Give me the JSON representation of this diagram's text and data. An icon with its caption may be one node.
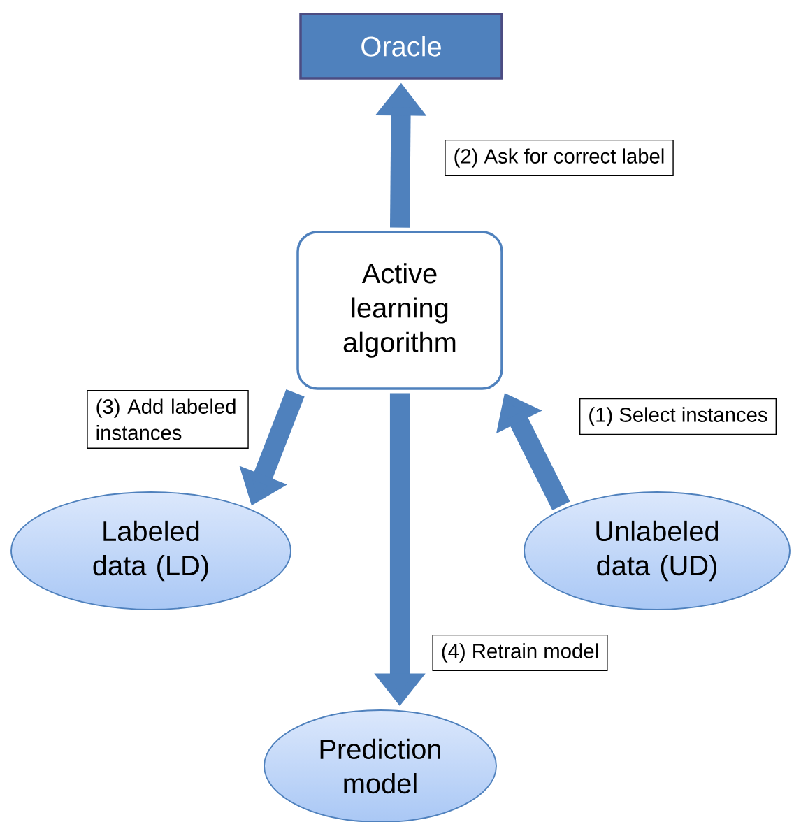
{
  "diagram": {
    "nodes": [
      {
        "text": [
          "Oracle"
        ]
      },
      {
        "text": [
          "Active learning algorithm"
        ]
      },
      {
        "text": [
          "Labeled data (LD)"
        ]
      },
      {
        "text": [
          "Unlabeled data (UD)"
        ]
      },
      {
        "text": [
          "Prediction model"
        ]
      }
    ],
    "edges": [
      {
        "from": 3,
        "to": 1,
        "arrow": "to",
        "label": "(1) Select instances"
      },
      {
        "from": 1,
        "to": 0,
        "arrow": "to",
        "label": "(2) Ask for correct label"
      },
      {
        "from": 1,
        "to": 2,
        "arrow": "to",
        "label": "(3) Add labeled instances"
      },
      {
        "from": 1,
        "to": 4,
        "arrow": "to",
        "label": "(4) Retrain model"
      }
    ]
  }
}
